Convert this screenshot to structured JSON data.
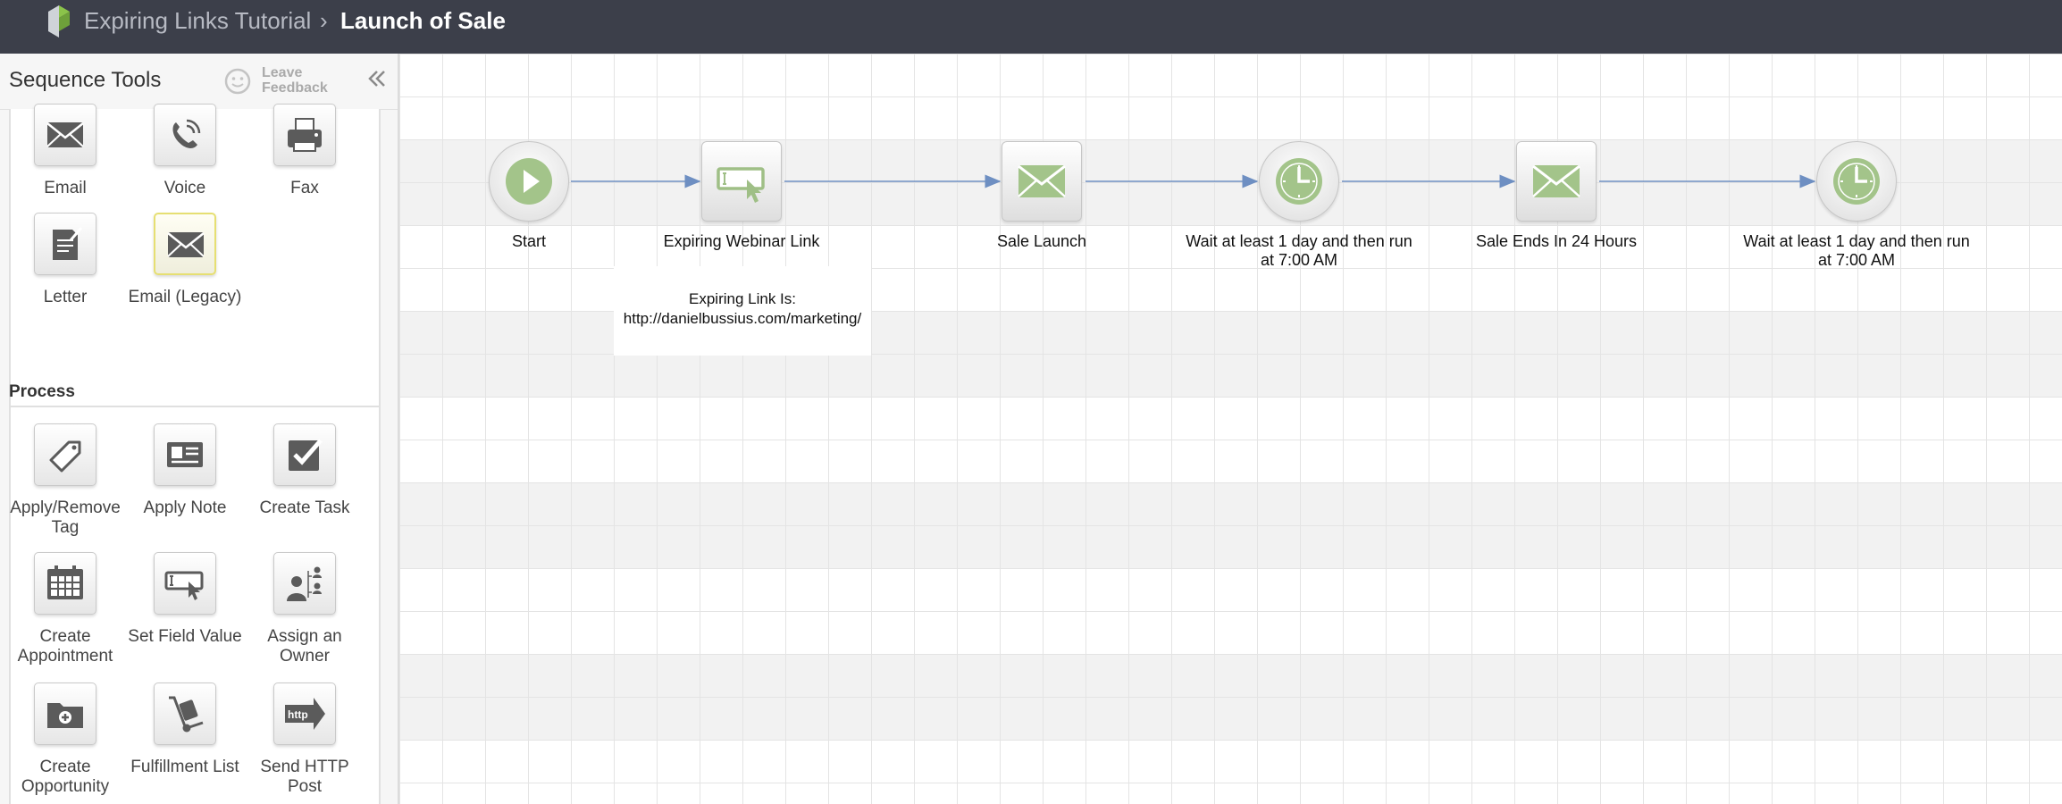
{
  "header": {
    "parent_title": "Expiring Links Tutorial",
    "separator": "›",
    "current_title": "Launch of Sale"
  },
  "sidebar": {
    "title": "Sequence Tools",
    "feedback_label": "Leave Feedback",
    "communication_tools": [
      {
        "label": "Email",
        "icon": "email-icon"
      },
      {
        "label": "Voice",
        "icon": "voice-icon"
      },
      {
        "label": "Fax",
        "icon": "fax-icon"
      },
      {
        "label": "Letter",
        "icon": "letter-icon"
      },
      {
        "label": "Email (Legacy)",
        "icon": "email-legacy-icon"
      }
    ],
    "process_heading": "Process",
    "process_tools": [
      {
        "label": "Apply/Remove Tag",
        "icon": "tag-icon"
      },
      {
        "label": "Apply Note",
        "icon": "note-icon"
      },
      {
        "label": "Create Task",
        "icon": "checkbox-icon"
      },
      {
        "label": "Create Appointment",
        "icon": "calendar-icon"
      },
      {
        "label": "Set Field Value",
        "icon": "field-cursor-icon"
      },
      {
        "label": "Assign an Owner",
        "icon": "owner-icon"
      },
      {
        "label": "Create Opportunity",
        "icon": "folder-plus-icon"
      },
      {
        "label": "Fulfillment List",
        "icon": "hand-truck-icon"
      },
      {
        "label": "Send HTTP Post",
        "icon": "http-arrow-icon"
      }
    ]
  },
  "sequence": {
    "nodes": [
      {
        "label": "Start",
        "icon": "play-icon"
      },
      {
        "label": "Expiring Webinar Link",
        "icon": "field-cursor-icon"
      },
      {
        "label": "Sale Launch",
        "icon": "email-icon"
      },
      {
        "label": "Wait at least 1 day and then run at 7:00 AM",
        "icon": "clock-icon"
      },
      {
        "label": "Sale Ends In 24 Hours",
        "icon": "email-icon"
      },
      {
        "label": "Wait at least 1 day and then run at 7:00 AM",
        "icon": "clock-icon"
      }
    ],
    "note": {
      "line1": "Expiring Link Is:",
      "line2": "http://danielbussius.com/marketing/"
    }
  },
  "colors": {
    "header_bg": "#3c3f4a",
    "connector": "#6e8fc2",
    "node_icon_green": "#9fbf86",
    "logo_green": "#7cb342"
  }
}
